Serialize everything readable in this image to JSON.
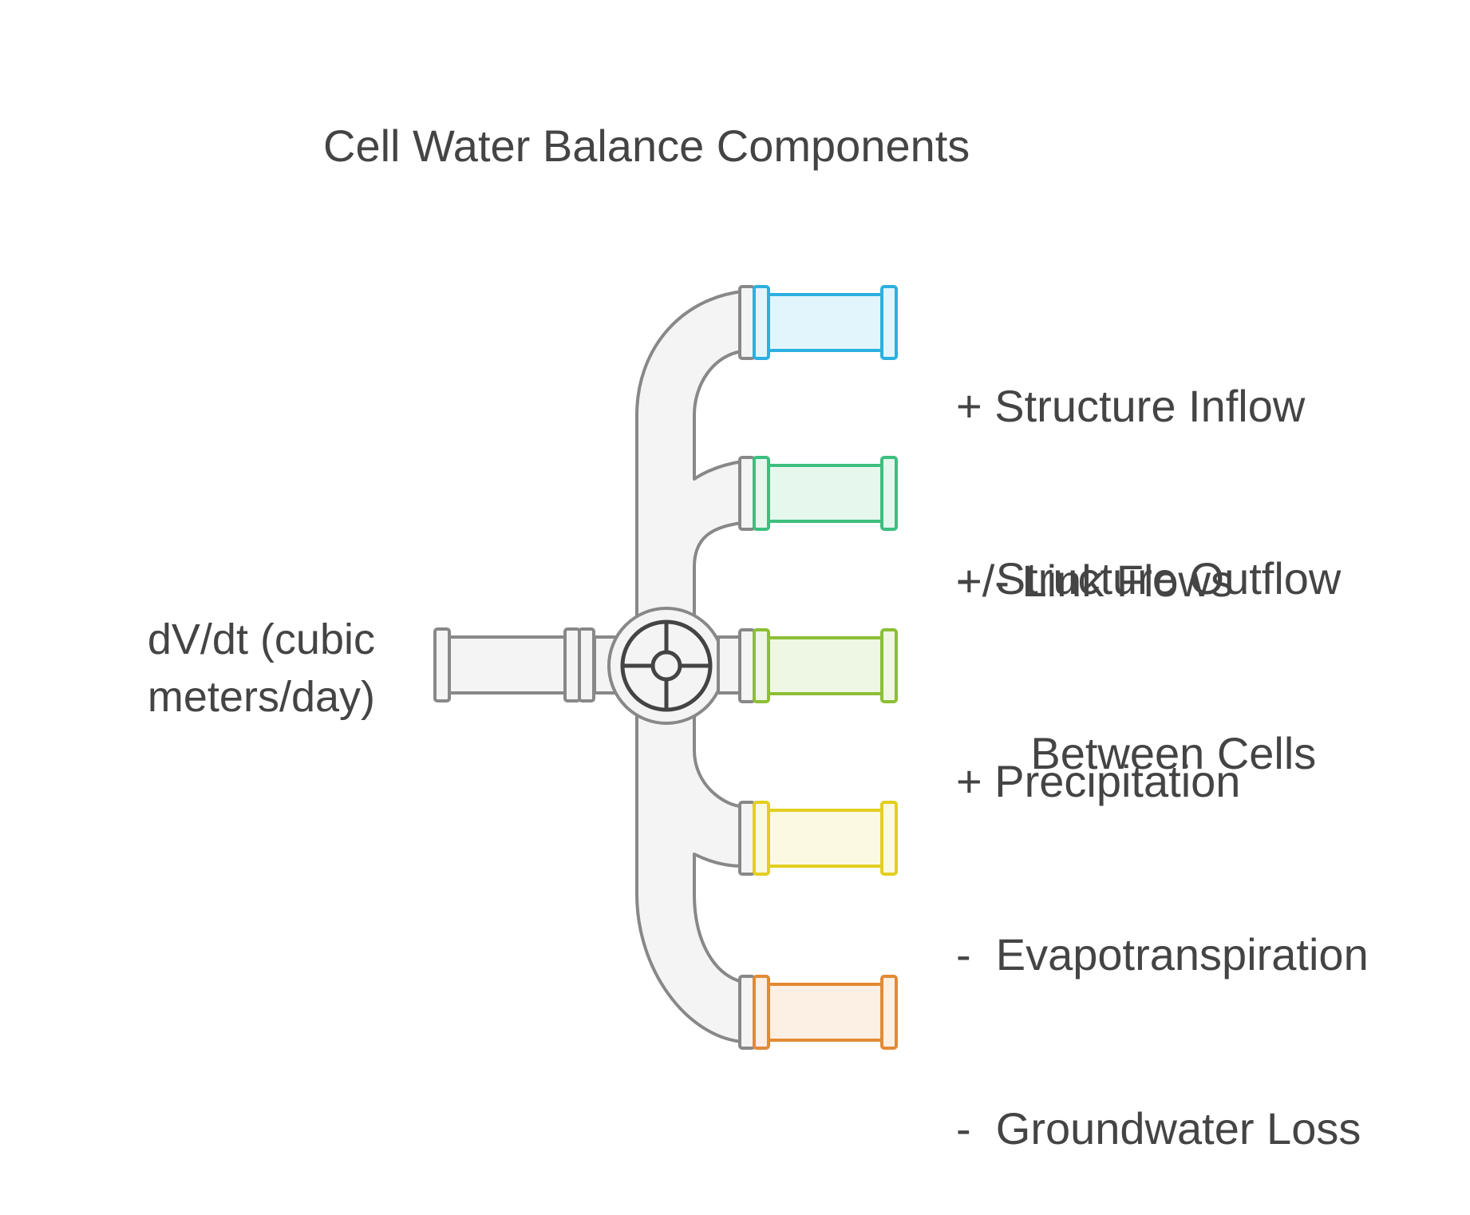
{
  "title": "Cell Water Balance Components",
  "source_label": {
    "line1": "dV/dt (cubic",
    "line2": "meters/day)"
  },
  "components": [
    {
      "line1": "+ Structure Inflow",
      "line2": "-  Structure Outflow",
      "color": "#2bb0e0",
      "fill": "#e3f5fc"
    },
    {
      "line1": "+/- Link Flows",
      "line2": "      Between Cells",
      "color": "#3dbf7e",
      "fill": "#e6f7ee"
    },
    {
      "line1": "+ Precipitation",
      "line2": "",
      "color": "#8cbf35",
      "fill": "#eef6e4"
    },
    {
      "line1": "-  Evapotranspiration",
      "line2": "",
      "color": "#e3cf1f",
      "fill": "#fcf9e2"
    },
    {
      "line1": "-  Groundwater Loss",
      "line2": "",
      "color": "#e38a35",
      "fill": "#fcefe3"
    }
  ],
  "pipe_color": "#888888",
  "pipe_fill": "#f4f4f4"
}
